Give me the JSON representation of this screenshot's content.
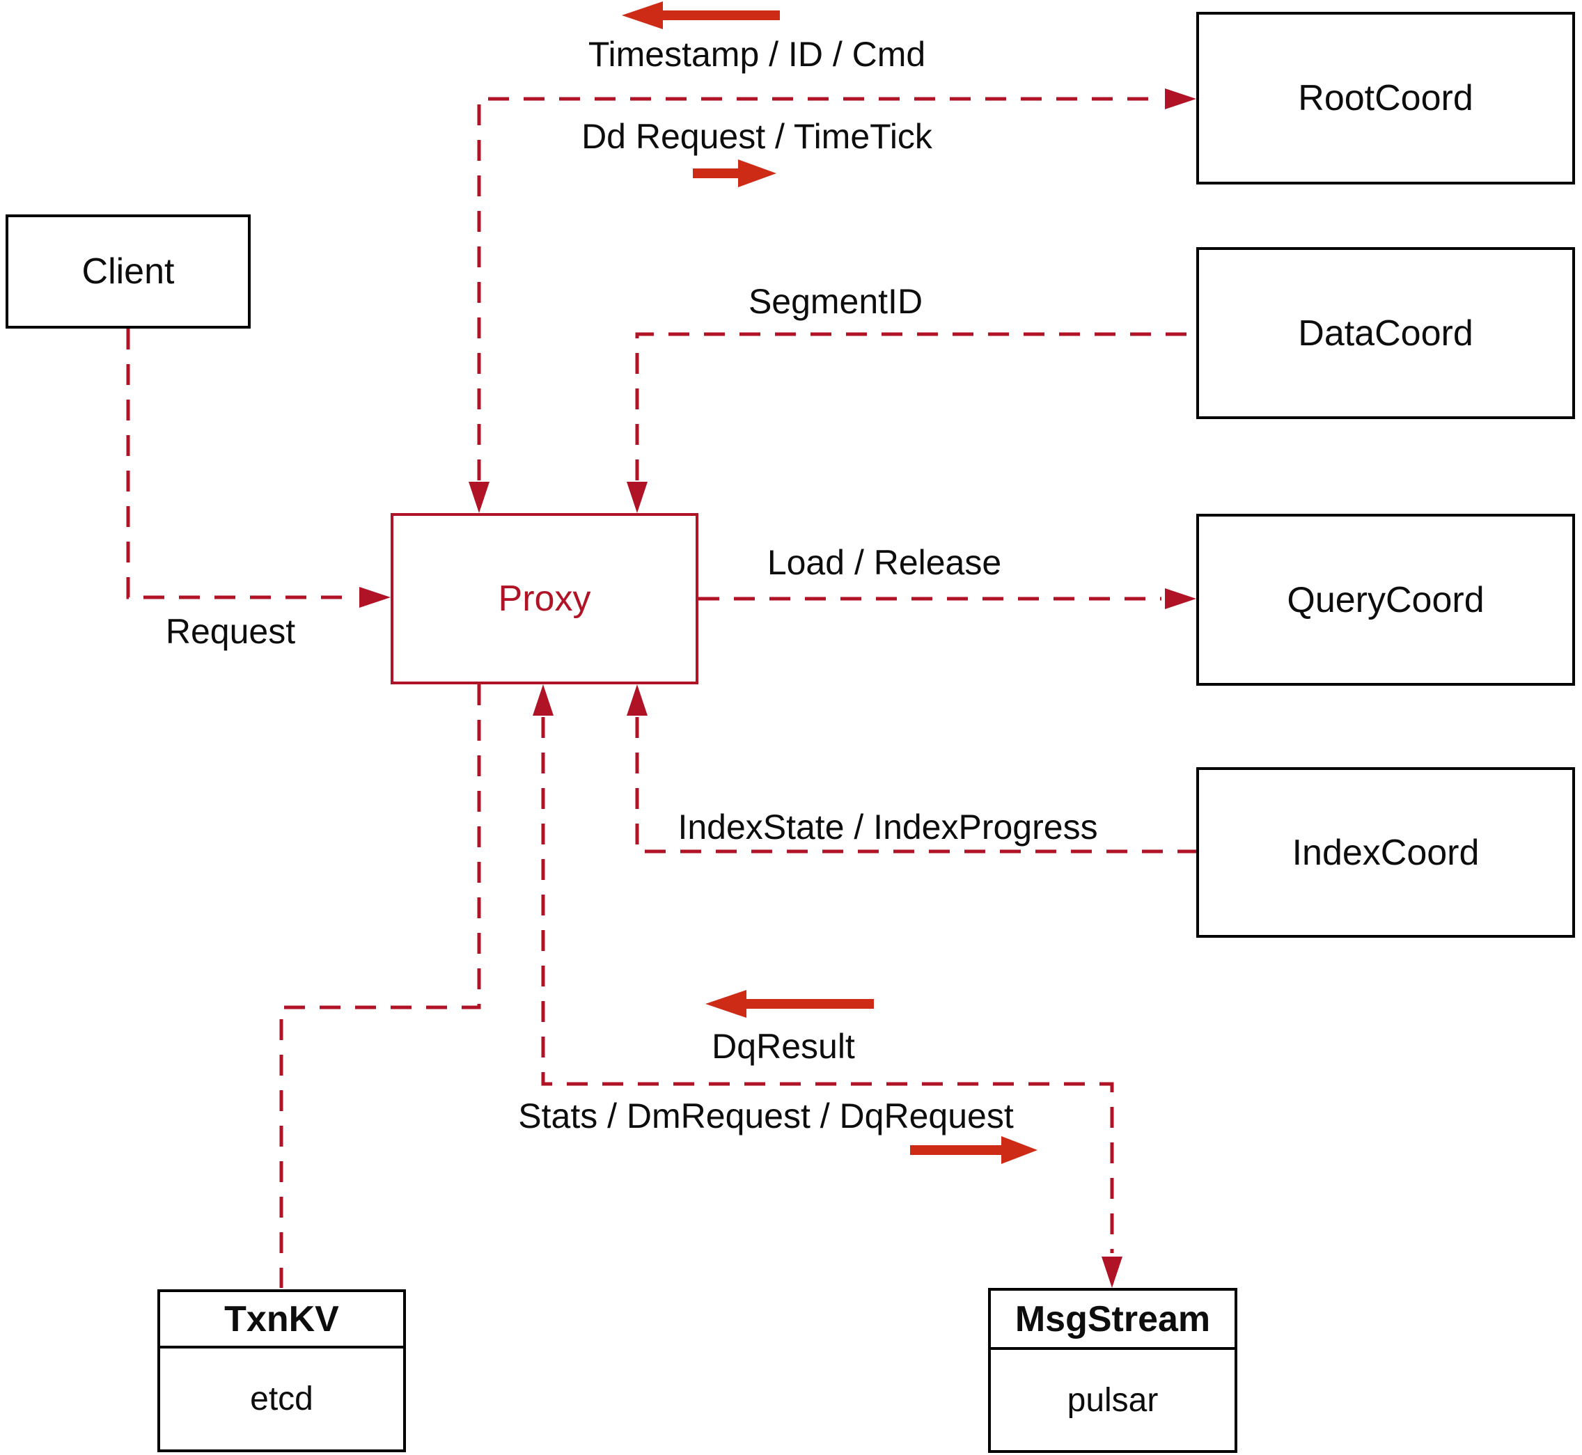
{
  "diagram": {
    "colors": {
      "dashed_line_red": "#b01326",
      "solid_arrow_red": "#ce2b17",
      "box_border_black": "#000000",
      "proxy_red": "#b01326",
      "background": "#ffffff"
    },
    "nodes": {
      "client_label": "Client",
      "proxy_label": "Proxy",
      "rootcoord_label": "RootCoord",
      "datacoord_label": "DataCoord",
      "querycoord_label": "QueryCoord",
      "indexcoord_label": "IndexCoord",
      "txnkv_title": "TxnKV",
      "txnkv_subtitle": "etcd",
      "msgstream_title": "MsgStream",
      "msgstream_subtitle": "pulsar"
    },
    "edge_labels": {
      "timestamp": "Timestamp / ID / Cmd",
      "dd_request": "Dd Request / TimeTick",
      "segment_id": "SegmentID",
      "load_release": "Load / Release",
      "index_state": "IndexState / IndexProgress",
      "request": "Request",
      "dq_result": "DqResult",
      "stats": "Stats / DmRequest / DqRequest"
    },
    "edges": [
      {
        "from": "RootCoord",
        "to": "Proxy",
        "label": "Timestamp / ID / Cmd"
      },
      {
        "from": "Proxy",
        "to": "RootCoord",
        "label": "Dd Request / TimeTick"
      },
      {
        "from": "DataCoord",
        "to": "Proxy",
        "label": "SegmentID"
      },
      {
        "from": "Proxy",
        "to": "QueryCoord",
        "label": "Load / Release"
      },
      {
        "from": "IndexCoord",
        "to": "Proxy",
        "label": "IndexState / IndexProgress"
      },
      {
        "from": "Client",
        "to": "Proxy",
        "label": "Request"
      },
      {
        "from": "MsgStream",
        "to": "Proxy",
        "label": "DqResult"
      },
      {
        "from": "Proxy",
        "to": "MsgStream",
        "label": "Stats / DmRequest / DqRequest"
      },
      {
        "from": "Proxy",
        "to": "TxnKV",
        "label": ""
      }
    ]
  }
}
